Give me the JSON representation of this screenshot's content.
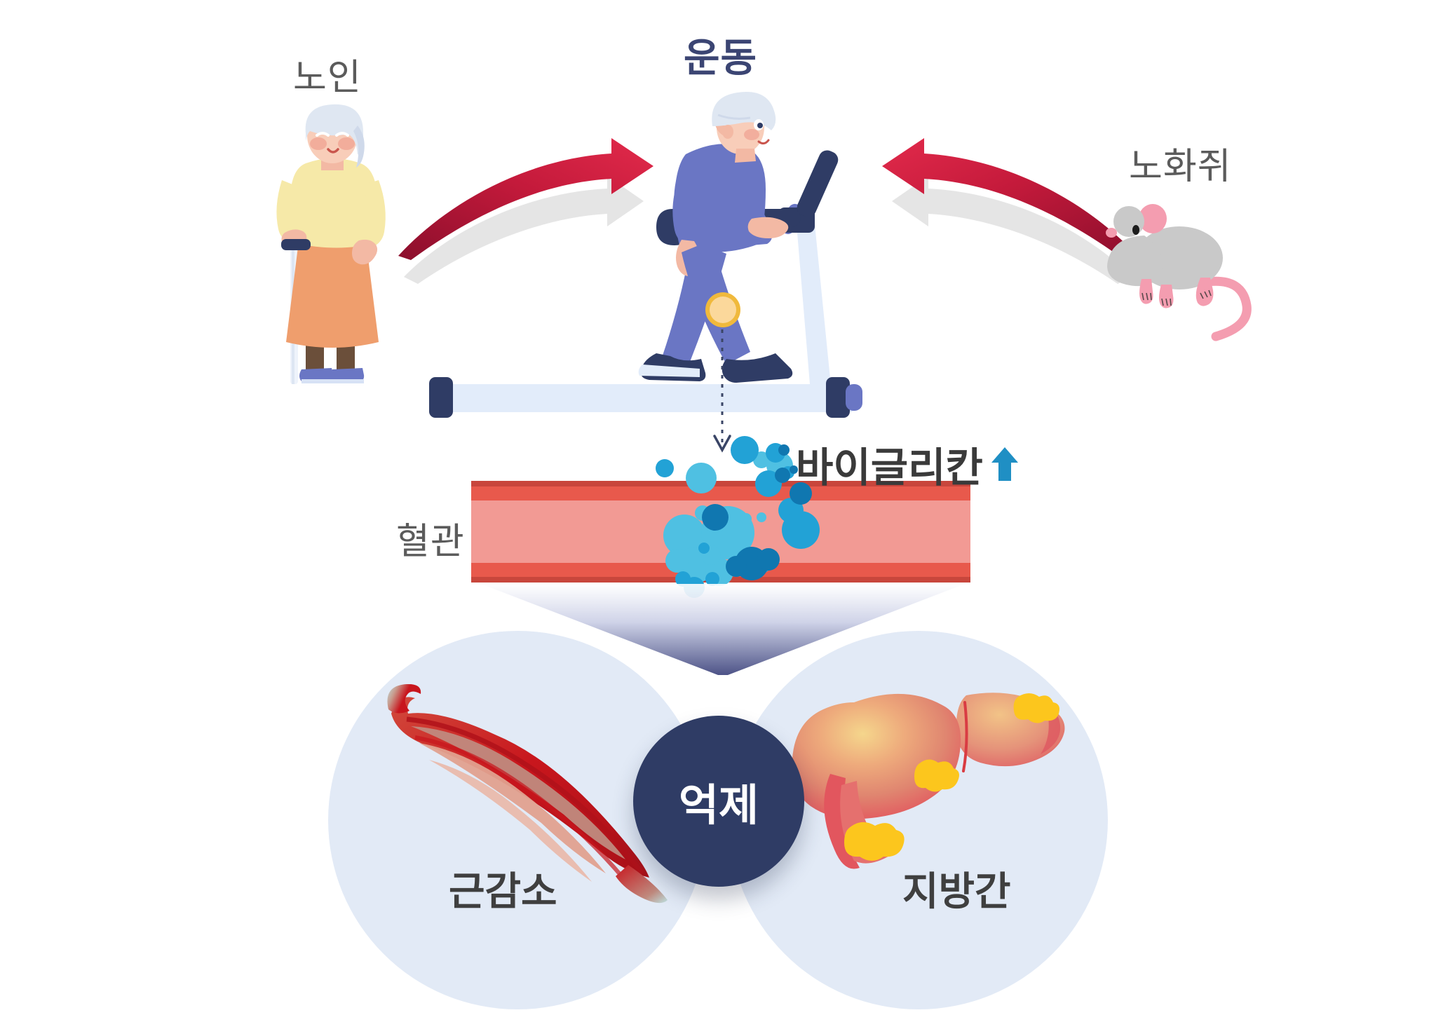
{
  "diagram": {
    "title_text_present": false,
    "labels": {
      "elderly": "노인",
      "exercise": "운동",
      "aged_mouse": "노화쥐",
      "biglycan": "바이글리칸",
      "biglycan_direction": "▲",
      "blood_vessel": "혈관",
      "center": "억제",
      "left_outcome": "근감소",
      "right_outcome": "지방간"
    },
    "icons": {
      "elderly_woman": "elderly-woman-with-cane-illustration",
      "treadmill_runner": "elderly-man-on-treadmill-illustration",
      "mouse": "aged-mouse-illustration",
      "muscle": "skeletal-muscle-illustration",
      "liver": "fatty-liver-illustration",
      "up_arrow": "up-arrow-icon",
      "left_red_arrow": "curved-red-arrow-right-icon",
      "right_red_arrow": "curved-red-arrow-left-icon",
      "funnel": "downward-funnel-arrow",
      "dotted_connector": "dotted-down-arrow"
    },
    "colors": {
      "red_arrow": "#d2213f",
      "red_arrow_dark": "#9c1030",
      "shadow_arrow": "#d4d4d4",
      "navy": "#2f3c65",
      "label_gray": "#5b5b5b",
      "biglycan_arrow_blue": "#1f8fc4",
      "circle_bg": "#e2eaf6",
      "vessel_edge": "#c8463c",
      "vessel_band": "#e8594c",
      "vessel_lumen": "#f29a94",
      "particle_light": "#4fc0e2",
      "particle_mid": "#22a2d6",
      "particle_dark": "#1077b0",
      "muscle_red": "#c8161d",
      "muscle_light": "#e0a18f",
      "liver_fat": "#fcc61d",
      "background": "#ffffff"
    },
    "flow": [
      {
        "from": "노인",
        "to": "운동"
      },
      {
        "from": "노화쥐",
        "to": "운동"
      },
      {
        "from": "운동",
        "to": "바이글리칸"
      },
      {
        "from": "바이글리칸",
        "to": "억제"
      },
      {
        "from": "억제",
        "to": "근감소"
      },
      {
        "from": "억제",
        "to": "지방간"
      }
    ]
  }
}
